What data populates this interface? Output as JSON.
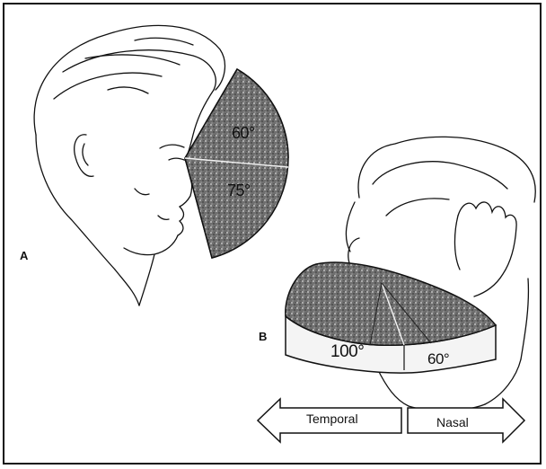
{
  "panels": {
    "a": {
      "label": "A",
      "upper_angle": "60°",
      "lower_angle": "75°"
    },
    "b": {
      "label": "B",
      "temporal_angle": "100°",
      "nasal_angle": "60°"
    }
  },
  "arrows": {
    "temporal": "Temporal",
    "nasal": "Nasal"
  },
  "colors": {
    "ink": "#111111",
    "stipple_bg": "#6f6f6f"
  }
}
